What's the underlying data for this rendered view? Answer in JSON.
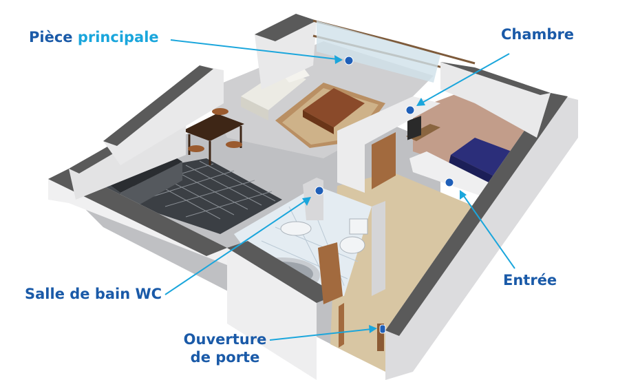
{
  "labels": {
    "piece_principale": {
      "word1": "Pièce",
      "word2": "principale"
    },
    "chambre": "Chambre",
    "entree": "Entrée",
    "salle_de_bain": "Salle de bain WC",
    "ouverture_line1": "Ouverture",
    "ouverture_line2": "de porte"
  },
  "colors": {
    "label_blue": "#1a5aa8",
    "label_accent": "#1aa6dc",
    "pointer_line": "#1aa6dc",
    "marker_dot": "#1f5fb8",
    "wall_top": "#5a5a5a",
    "wall_face": "#e9e9ea",
    "floor_grey": "#bfc0c3",
    "floor_entrance": "#d8c6a3",
    "floor_bedroom": "#c29d8a"
  }
}
